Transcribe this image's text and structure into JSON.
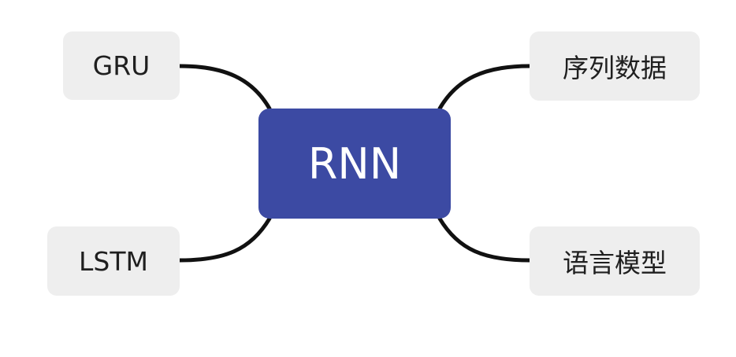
{
  "colors": {
    "center_fill": "#3c4aa3",
    "center_text": "#ffffff",
    "branch_fill": "#eeeeee",
    "branch_text": "#1f1f1f",
    "connector": "#111111"
  },
  "center": {
    "label": "RNN"
  },
  "branches": {
    "top_left": {
      "label": "GRU"
    },
    "bottom_left": {
      "label": "LSTM"
    },
    "top_right": {
      "label": "序列数据"
    },
    "bottom_right": {
      "label": "语言模型"
    }
  }
}
